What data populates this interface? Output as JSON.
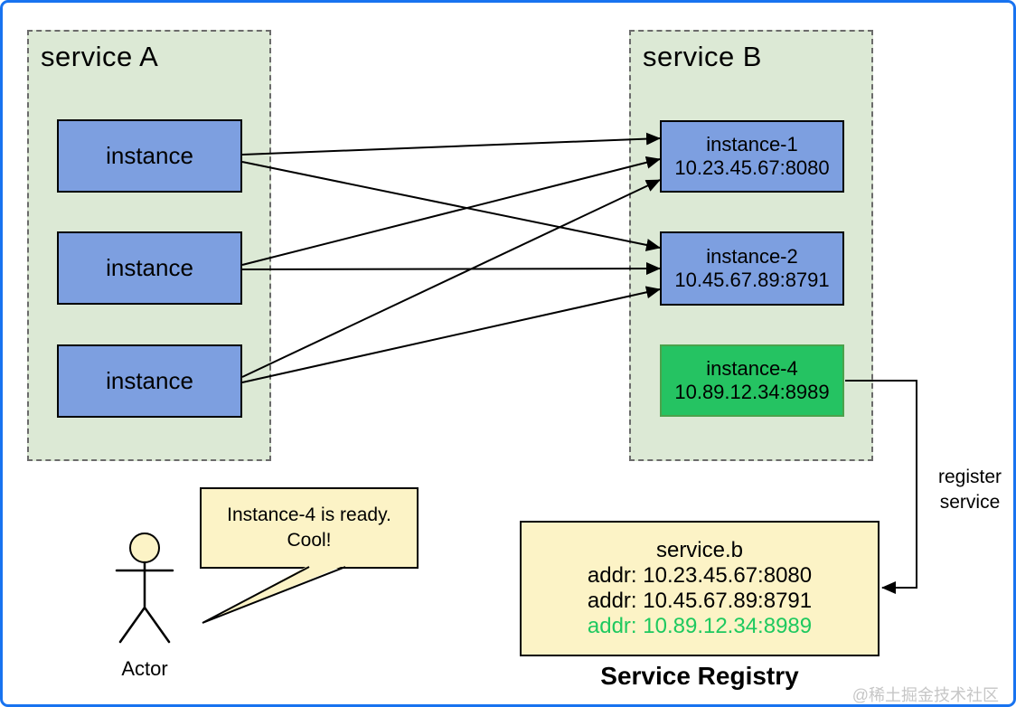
{
  "diagram": {
    "service_a": {
      "title": "service A",
      "instances": [
        "instance",
        "instance",
        "instance"
      ]
    },
    "service_b": {
      "title": "service B",
      "instances": [
        {
          "name": "instance-1",
          "addr": "10.23.45.67:8080"
        },
        {
          "name": "instance-2",
          "addr": "10.45.67.89:8791"
        },
        {
          "name": "instance-4",
          "addr": "10.89.12.34:8989"
        }
      ]
    },
    "register_arrow": {
      "line1": "register",
      "line2": "service"
    },
    "registry": {
      "service_name": "service.b",
      "entries": [
        "addr: 10.23.45.67:8080",
        "addr: 10.45.67.89:8791",
        "addr: 10.89.12.34:8989"
      ],
      "caption": "Service Registry"
    },
    "actor": {
      "label": "Actor",
      "speech_line1": "Instance-4 is ready.",
      "speech_line2": "Cool!"
    },
    "watermark": "@稀土掘金技术社区"
  },
  "colors": {
    "canvas-border": "#1873F0",
    "container-fill": "#DCE9D5",
    "container-border": "#6b6b6b",
    "node-blue": "#7D9FE0",
    "node-green": "#25C362",
    "node-green-border": "#4CA24C",
    "note-yellow": "#FCF3C6",
    "line-black": "#000000",
    "highlight-green": "#1EC95F",
    "watermark-gray": "#C6C6C6"
  }
}
